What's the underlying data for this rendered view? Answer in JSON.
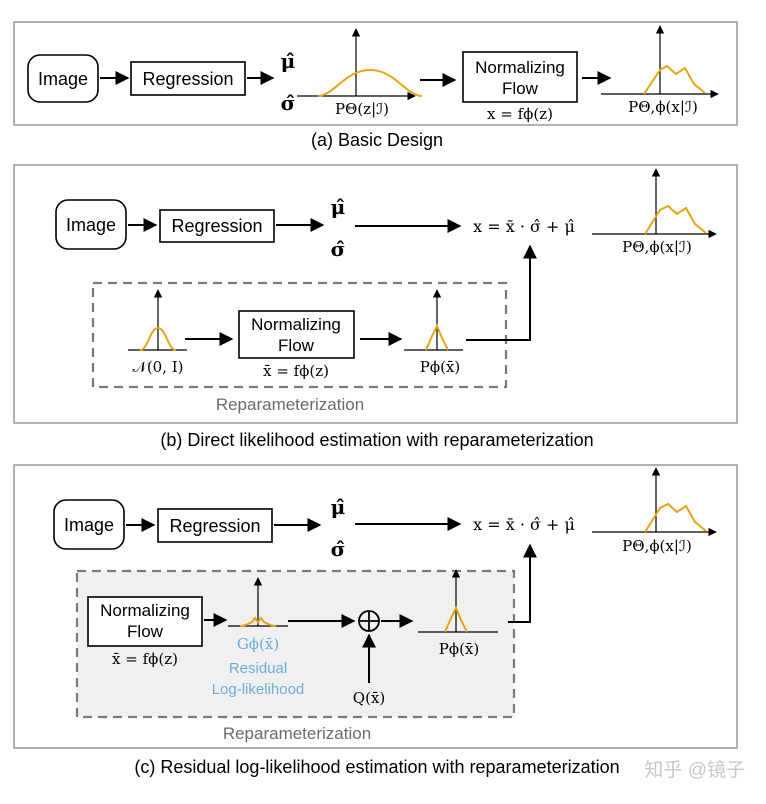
{
  "panel_a": {
    "image": "Image",
    "regression": "Regression",
    "mu": "μ̂",
    "sigma": "σ̂",
    "p_theta": "PΘ(z|ℐ)",
    "flow_line1": "Normalizing",
    "flow_line2": "Flow",
    "flow_eq": "x = fϕ(z)",
    "p_out": "PΘ,ϕ(x|ℐ)",
    "caption": "(a) Basic Design"
  },
  "panel_b": {
    "image": "Image",
    "regression": "Regression",
    "mu": "μ̂",
    "sigma": "σ̂",
    "eq": "x = x̄ · σ̂ + μ̂",
    "p_out": "PΘ,ϕ(x|ℐ)",
    "normal": "𝒩(0, I)",
    "flow_line1": "Normalizing",
    "flow_line2": "Flow",
    "flow_eq": "x̄ = fϕ(z)",
    "p_phi": "Pϕ(x̄)",
    "reparam": "Reparameterization",
    "caption": "(b) Direct likelihood estimation with reparameterization"
  },
  "panel_c": {
    "image": "Image",
    "regression": "Regression",
    "mu": "μ̂",
    "sigma": "σ̂",
    "eq": "x = x̄ · σ̂ + μ̂",
    "p_out": "PΘ,ϕ(x|ℐ)",
    "flow_line1": "Normalizing",
    "flow_line2": "Flow",
    "flow_eq": "x̄ = fϕ(z)",
    "g_phi": "Gϕ(x̄)",
    "residual1": "Residual",
    "residual2": "Log-likelihood",
    "oplus": "⊕",
    "q": "Q(x̄)",
    "p_phi": "Pϕ(x̄)",
    "reparam": "Reparameterization",
    "caption": "(c) Residual log-likelihood estimation with reparameterization"
  },
  "watermark": "知乎 @镜子",
  "colors": {
    "curve": "#e8a317",
    "residual": "#6aaed6",
    "dash": "#7a7a7a",
    "gray_text": "#6b6b6b",
    "panel_border": "#999999"
  }
}
